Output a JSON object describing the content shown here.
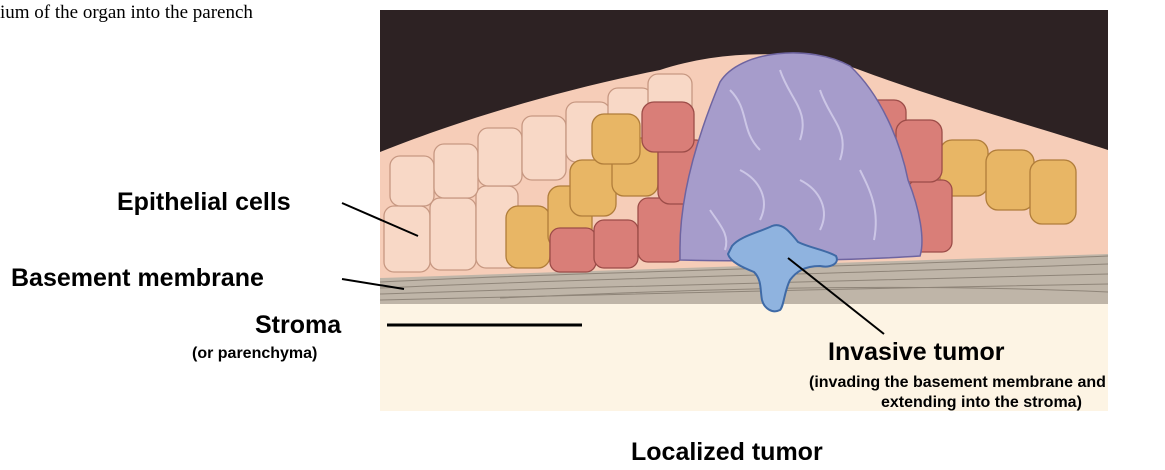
{
  "header": {
    "clipped_text": "ium of the organ into the parench"
  },
  "labels": {
    "epithelial_cells": "Epithelial cells",
    "basement_membrane": "Basement membrane",
    "stroma": "Stroma",
    "stroma_sub": "(or parenchyma)",
    "invasive_tumor": "Invasive tumor",
    "invasive_sub_1": "(invading the basement membrane and",
    "invasive_sub_2": "extending into the stroma)",
    "caption": "Localized tumor"
  },
  "colors": {
    "background_dark": "#2d2223",
    "stroma_fill": "#fdf4e4",
    "membrane_fill": "#bfb5a8",
    "normal_cell": "#f6cdb8",
    "yellow_cell": "#e8b665",
    "red_cell": "#d97e78",
    "tumor_purple": "#a69ccb",
    "invasive_blue": "#8fb3df"
  }
}
